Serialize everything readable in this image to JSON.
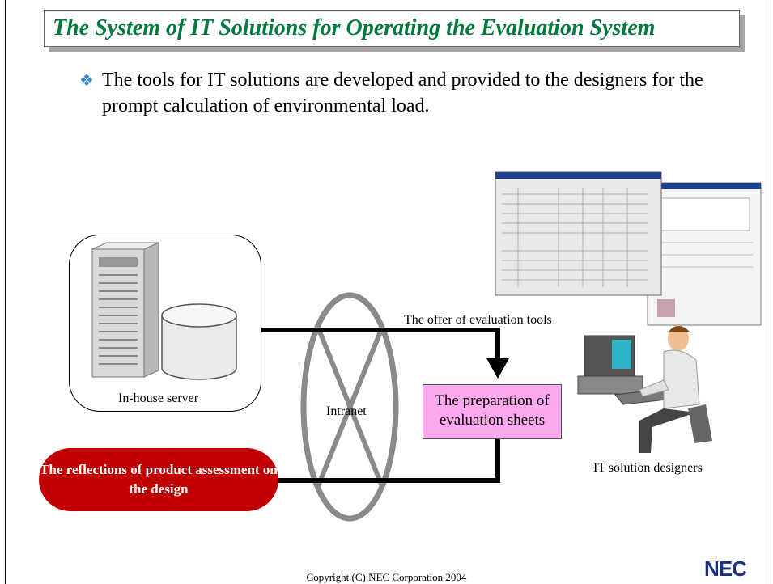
{
  "title": "The System of IT Solutions for Operating the Evaluation System",
  "bullet": {
    "marker": "❖",
    "text": "The tools for IT solutions are developed and provided to the designers for the prompt calculation of environmental load."
  },
  "diagram": {
    "server_label": "In-house server",
    "network_label": "Intranet",
    "offer_label": "The offer of evaluation tools",
    "preparation_label": "The preparation of evaluation sheets",
    "reflection_label": "The reflections of product assessment on the design",
    "designers_label": "IT solution designers"
  },
  "footer": {
    "copyright": "Copyright (C) NEC Corporation 2004",
    "logo": "NEC"
  },
  "colors": {
    "title": "#007a3d",
    "preparation_fill": "#ffaaf0",
    "reflection_fill": "#c00000",
    "logo": "#1a2f8a",
    "ellipse": "#888888"
  }
}
